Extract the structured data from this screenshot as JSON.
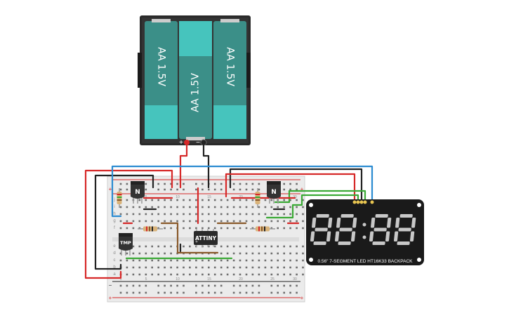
{
  "battery": {
    "cells": [
      {
        "label": "AA 1.5V",
        "flipped": true
      },
      {
        "label": "AA 1.5V",
        "flipped": false
      },
      {
        "label": "AA 1.5V",
        "flipped": true
      }
    ],
    "plus": "+",
    "minus": "−",
    "cell_color": "#3b8f88",
    "cap_color": "#46c4bd"
  },
  "breadboard": {
    "rail_plus": "+",
    "rail_minus": "−",
    "row_letters_top": [
      "j",
      "i",
      "h",
      "g",
      "f"
    ],
    "row_letters_bottom": [
      "e",
      "d",
      "c",
      "b",
      "a"
    ],
    "column_numbers": [
      "1",
      "5",
      "10",
      "15",
      "20",
      "25",
      "30"
    ]
  },
  "components": {
    "transistor_left": "N",
    "transistor_right": "N",
    "temp_sensor": "TMP",
    "attiny": "ATTINY"
  },
  "display": {
    "digits": [
      "8",
      "8",
      "8",
      "8"
    ],
    "caption": "0.56\" 7-SEGMENT LED HT16K33 BACKPACK",
    "segment_color": "#c8c8c8",
    "board_color": "#1a1a1a"
  },
  "wire_colors": {
    "red": "#d62828",
    "black": "#222222",
    "blue": "#2b8bd1",
    "green": "#3aa935",
    "brown": "#8a5a2b"
  }
}
